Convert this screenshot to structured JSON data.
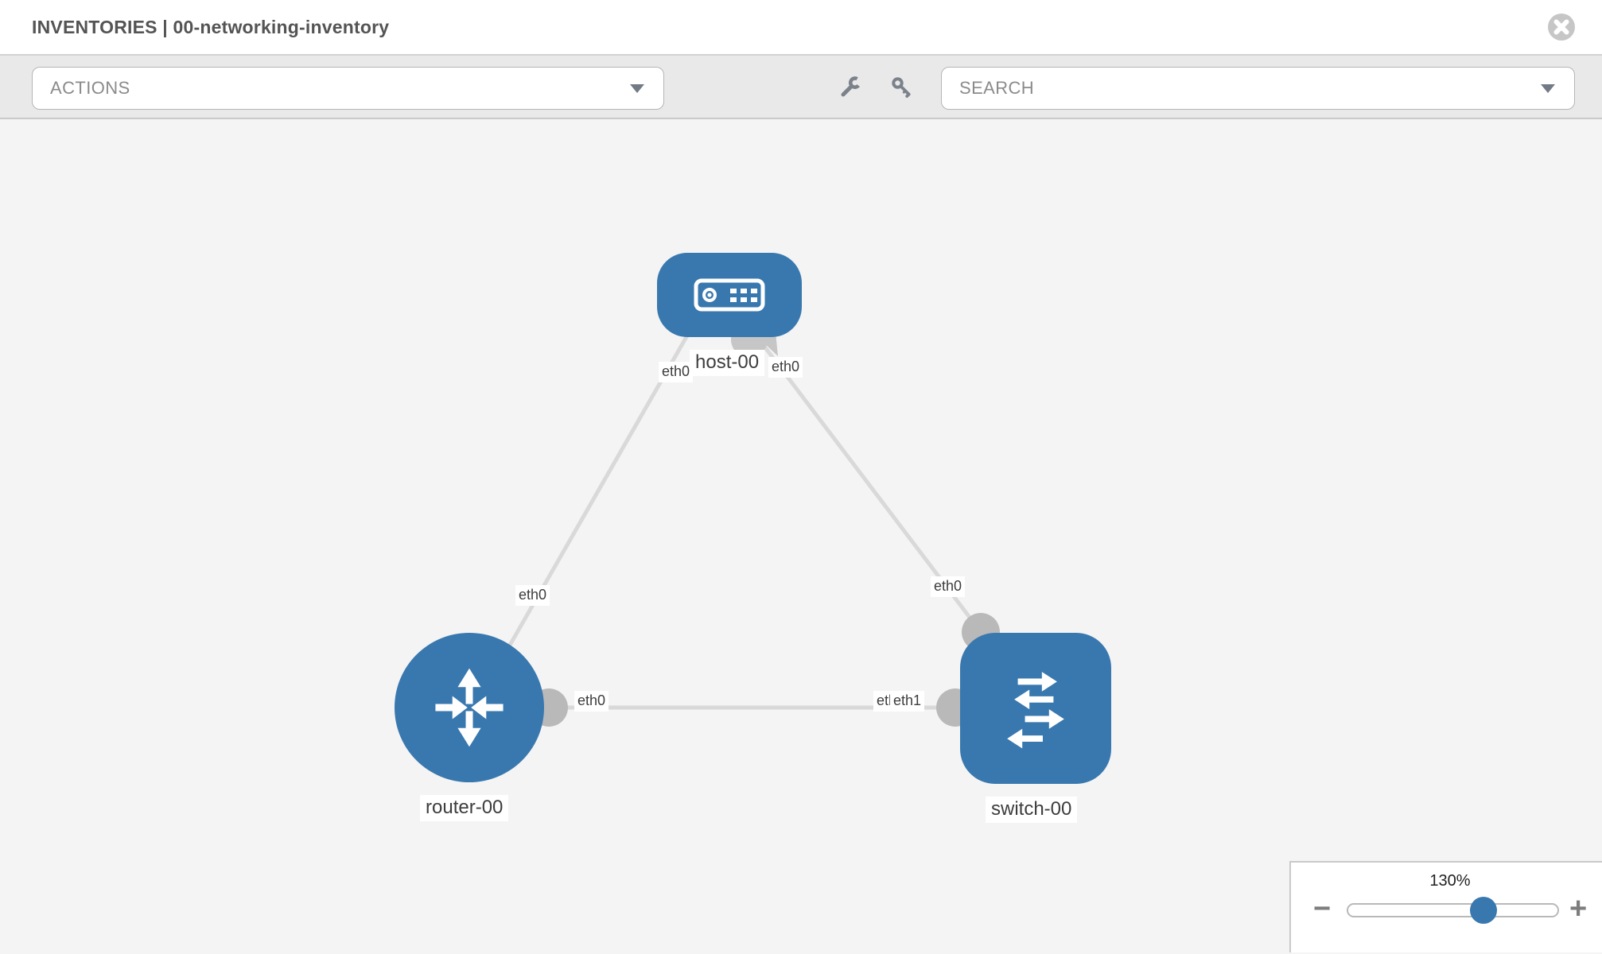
{
  "header": {
    "title": "INVENTORIES | 00-networking-inventory"
  },
  "toolbar": {
    "actions_label": "ACTIONS",
    "search_label": "SEARCH"
  },
  "topology": {
    "nodes": [
      {
        "id": "host-00",
        "type": "host",
        "label": "host-00"
      },
      {
        "id": "router-00",
        "type": "router",
        "label": "router-00"
      },
      {
        "id": "switch-00",
        "type": "switch",
        "label": "switch-00"
      }
    ],
    "links": [
      {
        "from": "host-00",
        "to": "router-00",
        "from_if": "eth0",
        "to_if": "eth0"
      },
      {
        "from": "host-00",
        "to": "switch-00",
        "from_if": "eth0",
        "to_if": "eth0"
      },
      {
        "from": "router-00",
        "to": "switch-00",
        "from_if": "eth0",
        "to_if": "eth0",
        "to_if2": "eth1"
      }
    ]
  },
  "zoom_panel": {
    "level": "130%",
    "minus": "−",
    "plus": "+"
  },
  "colors": {
    "node_blue": "#3978af",
    "link_gray": "#d9d9d9",
    "interface_gray": "#b9b9b9",
    "toolbar_bg": "#e9e9e9",
    "canvas_bg": "#f4f4f4",
    "title_text": "#545454"
  }
}
